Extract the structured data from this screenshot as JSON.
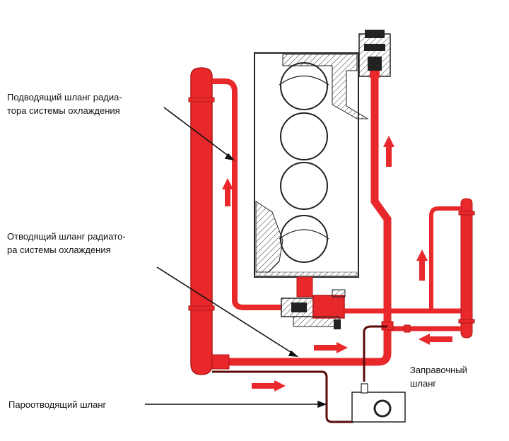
{
  "labels": {
    "supply_hose": "Подводящий шланг радиа-\nтора системы охлаждения",
    "return_hose": "Отводящий шланг радиато-\nра системы охлаждения",
    "vapor_hose": "Пароотводящий шланг",
    "filler_hose": "Заправочный\nшланг"
  },
  "colors": {
    "coolant": "#e8282a",
    "coolant_dark": "#b01818",
    "outline": "#222222",
    "engine_fill": "#ffffff"
  }
}
